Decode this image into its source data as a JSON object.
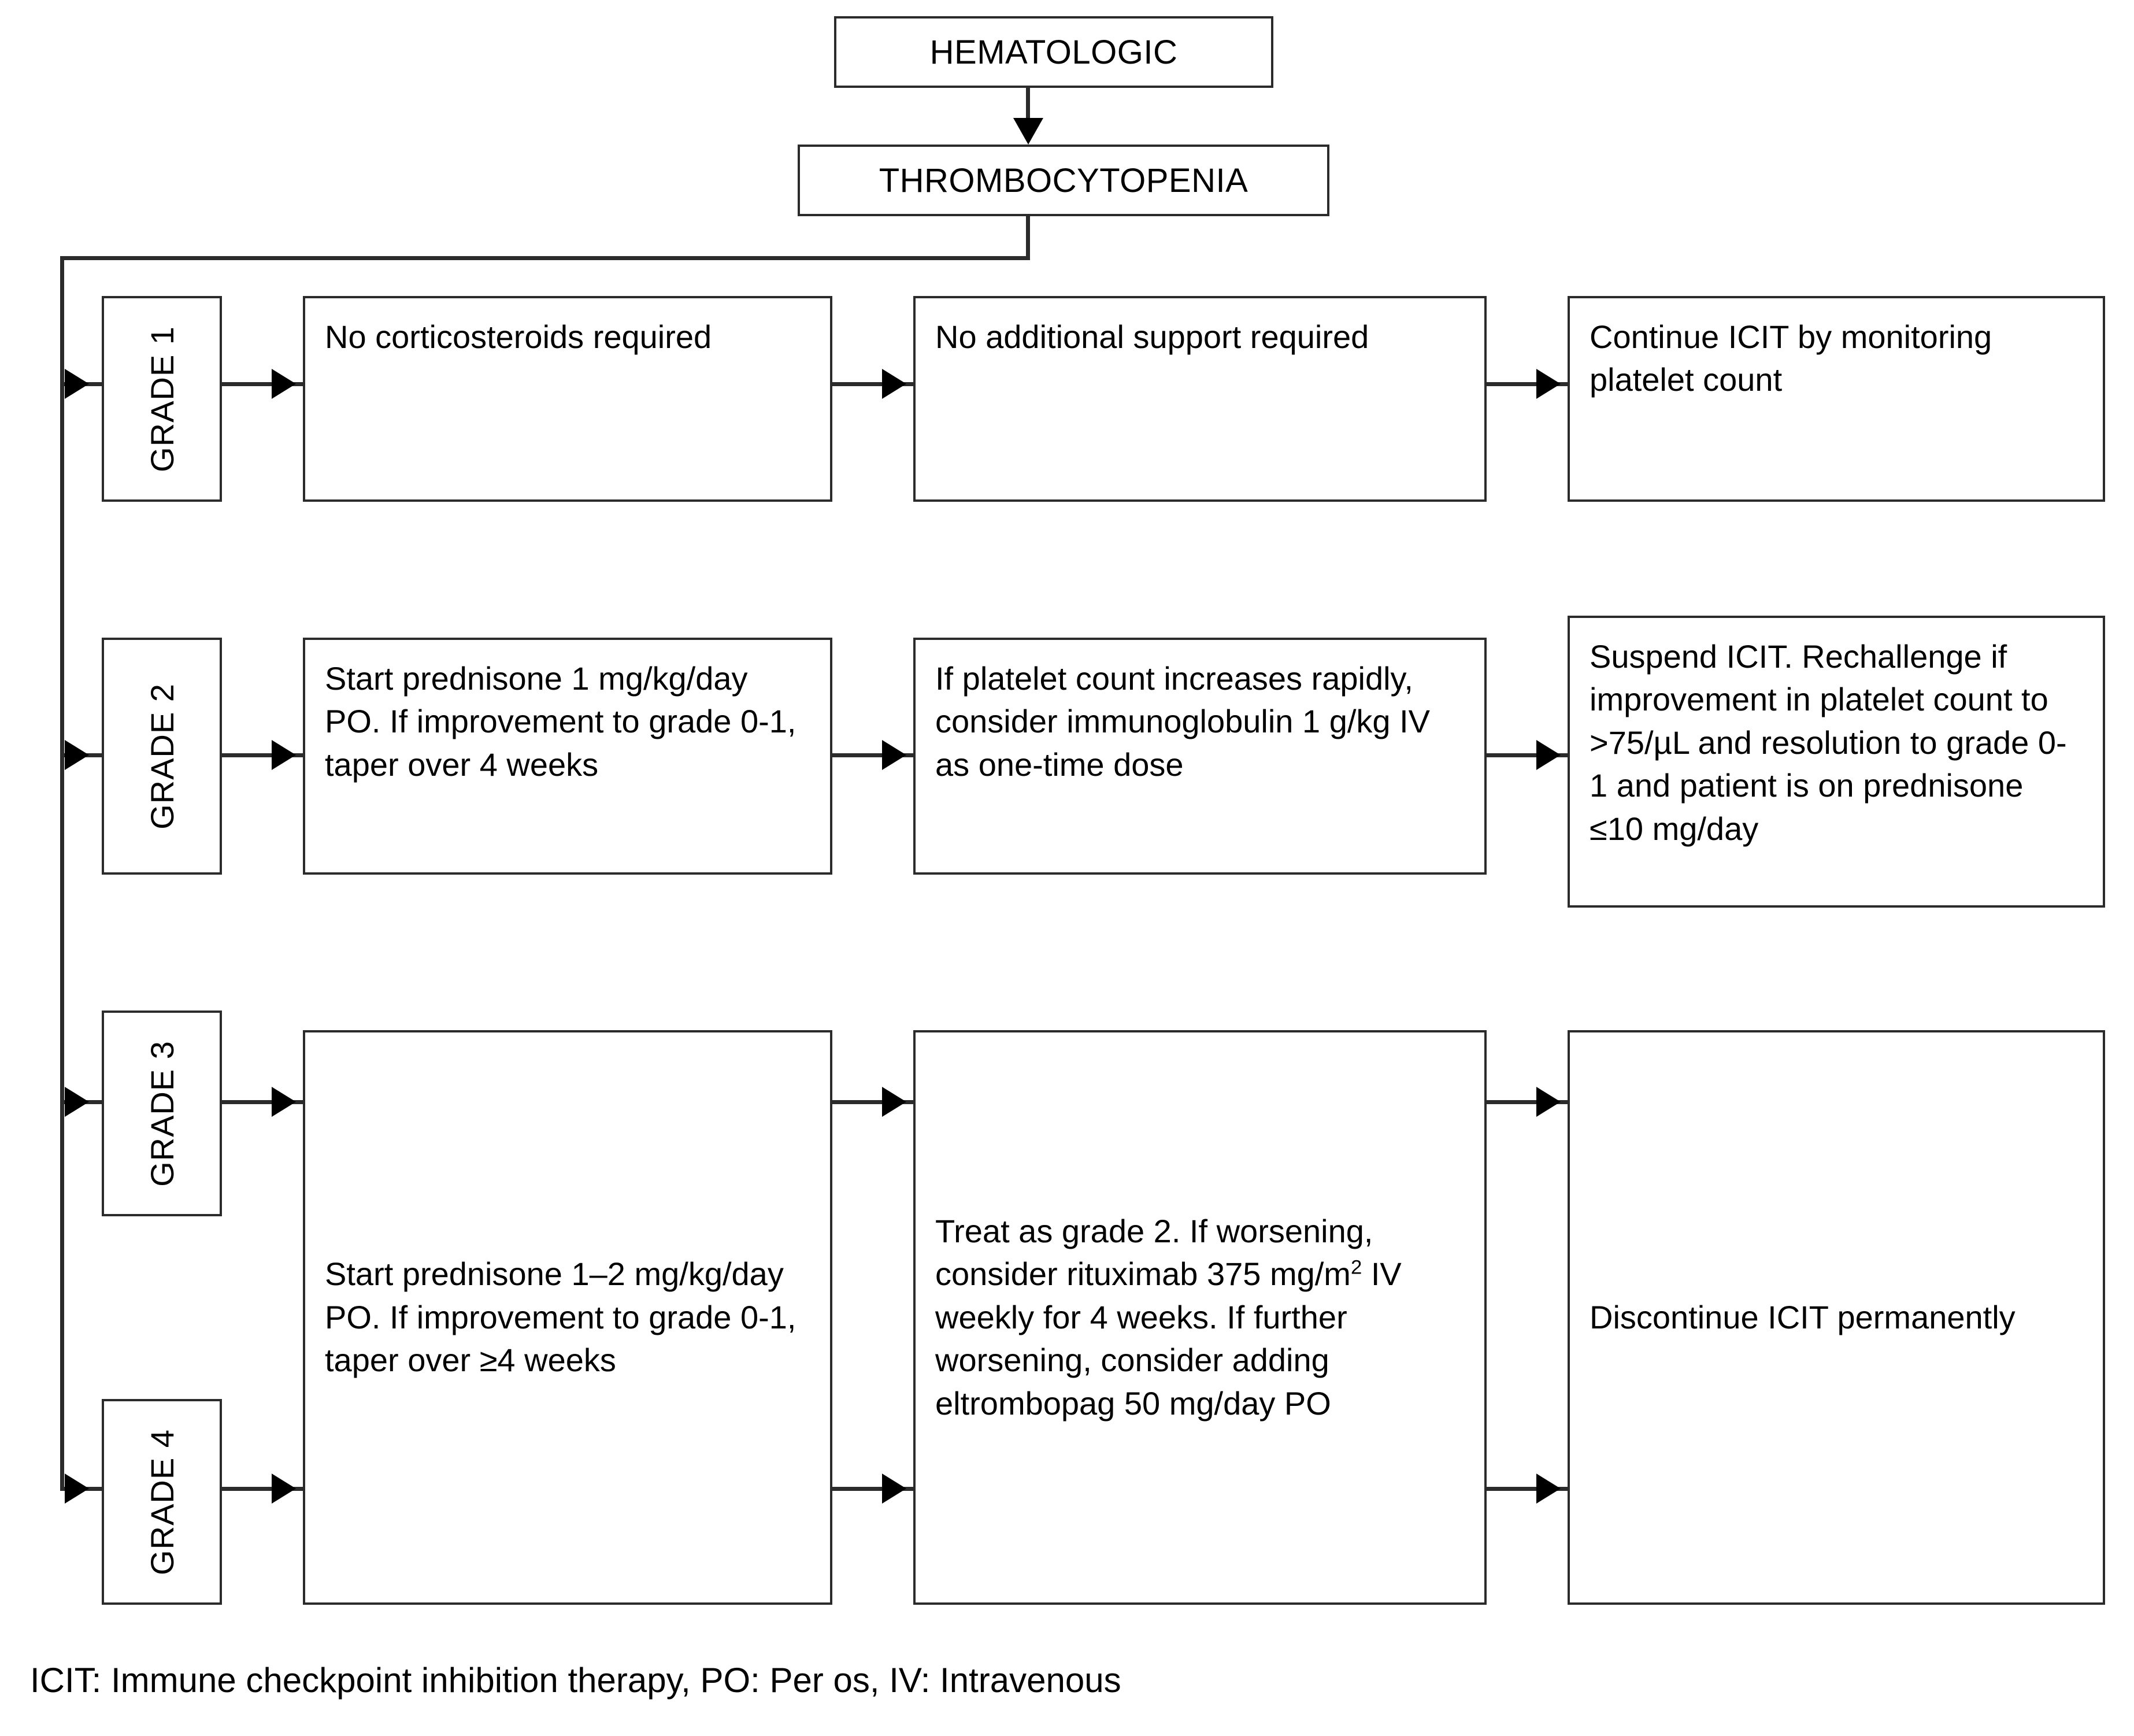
{
  "diagram": {
    "title_chain": {
      "category": "HEMATOLOGIC",
      "condition": "THROMBOCYTOPENIA"
    },
    "grades": [
      {
        "label": "GRADE 1",
        "corticosteroid": "No corticosteroids required",
        "additional_support": "No additional support required",
        "icit_action": "Continue ICIT by monitoring platelet count"
      },
      {
        "label": "GRADE 2",
        "corticosteroid": "Start prednisone 1 mg/kg/day PO. If improvement to grade 0-1, taper over 4 weeks",
        "additional_support": "If platelet count increases rapidly, consider immunoglobulin 1 g/kg IV as one-time dose",
        "icit_action": "Suspend ICIT. Rechallenge if improvement in platelet count to >75/µL and resolution to grade 0-1 and patient is on prednisone ≤10 mg/day"
      },
      {
        "label": "GRADE 3"
      },
      {
        "label": "GRADE 4"
      }
    ],
    "severe_row": {
      "corticosteroid": "Start prednisone 1–2 mg/kg/day PO. If improvement to grade 0-1, taper over ≥4 weeks",
      "additional_support_pre": "Treat as grade 2. If worsening, consider rituximab 375 mg/m",
      "additional_support_sup": "2",
      "additional_support_post": " IV weekly for 4 weeks. If further worsening, consider adding eltrombopag 50 mg/day PO",
      "icit_action": "Discontinue ICIT permanently"
    },
    "footnote": "ICIT: Immune checkpoint inhibition therapy, PO: Per os, IV: Intravenous",
    "colors": {
      "border": "#2b2b2b",
      "arrow": "#000000",
      "background": "#ffffff",
      "text": "#000000"
    }
  }
}
